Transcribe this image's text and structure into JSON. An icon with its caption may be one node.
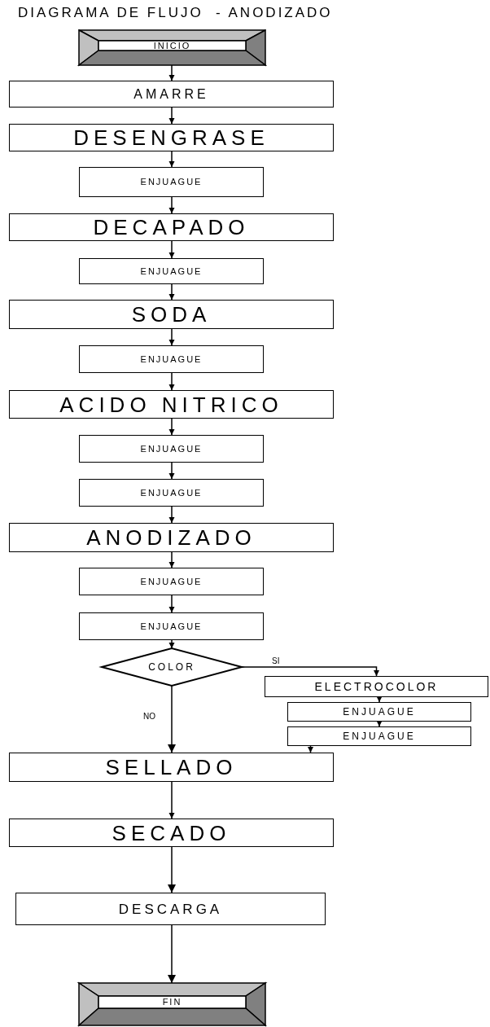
{
  "diagram": {
    "title": "DIAGRAMA DE FLUJO  - ANODIZADO",
    "nodes": [
      {
        "text": [
          "INICIO"
        ]
      },
      {
        "text": [
          "AMARRE"
        ]
      },
      {
        "text": [
          "DESENGRASE"
        ]
      },
      {
        "text": [
          "ENJUAGUE"
        ]
      },
      {
        "text": [
          "DECAPADO"
        ]
      },
      {
        "text": [
          "ENJUAGUE"
        ]
      },
      {
        "text": [
          "SODA"
        ]
      },
      {
        "text": [
          "ENJUAGUE"
        ]
      },
      {
        "text": [
          "ACIDO NITRICO"
        ]
      },
      {
        "text": [
          "ENJUAGUE"
        ]
      },
      {
        "text": [
          "ENJUAGUE"
        ]
      },
      {
        "text": [
          "ANODIZADO"
        ]
      },
      {
        "text": [
          "ENJUAGUE"
        ]
      },
      {
        "text": [
          "ENJUAGUE"
        ]
      },
      {
        "text": [
          "COLOR"
        ]
      },
      {
        "text": [
          "ELECTROCOLOR"
        ]
      },
      {
        "text": [
          "ENJUAGUE"
        ]
      },
      {
        "text": [
          "ENJUAGUE"
        ]
      },
      {
        "text": [
          "SELLADO"
        ]
      },
      {
        "text": [
          "SECADO"
        ]
      },
      {
        "text": [
          "DESCARGA"
        ]
      },
      {
        "text": [
          "FIN"
        ]
      }
    ],
    "edges": [
      {
        "from": 0,
        "to": 1,
        "arrow": "to"
      },
      {
        "from": 1,
        "to": 2,
        "arrow": "to"
      },
      {
        "from": 2,
        "to": 3,
        "arrow": "to"
      },
      {
        "from": 3,
        "to": 4,
        "arrow": "to"
      },
      {
        "from": 4,
        "to": 5,
        "arrow": "to"
      },
      {
        "from": 5,
        "to": 6,
        "arrow": "to"
      },
      {
        "from": 6,
        "to": 7,
        "arrow": "to"
      },
      {
        "from": 7,
        "to": 8,
        "arrow": "to"
      },
      {
        "from": 8,
        "to": 9,
        "arrow": "to"
      },
      {
        "from": 9,
        "to": 10,
        "arrow": "to"
      },
      {
        "from": 10,
        "to": 11,
        "arrow": "to"
      },
      {
        "from": 11,
        "to": 12,
        "arrow": "to"
      },
      {
        "from": 12,
        "to": 13,
        "arrow": "to"
      },
      {
        "from": 13,
        "to": 14,
        "arrow": "to"
      },
      {
        "from": 14,
        "to": 15,
        "arrow": "to",
        "label": "SI"
      },
      {
        "from": 15,
        "to": 16,
        "arrow": "to"
      },
      {
        "from": 16,
        "to": 17,
        "arrow": "to"
      },
      {
        "from": 17,
        "to": 18,
        "arrow": "to"
      },
      {
        "from": 14,
        "to": 18,
        "arrow": "to",
        "label": "NO"
      },
      {
        "from": 18,
        "to": 19,
        "arrow": "to"
      },
      {
        "from": 19,
        "to": 20,
        "arrow": "to"
      },
      {
        "from": 20,
        "to": 21,
        "arrow": "to"
      }
    ]
  }
}
